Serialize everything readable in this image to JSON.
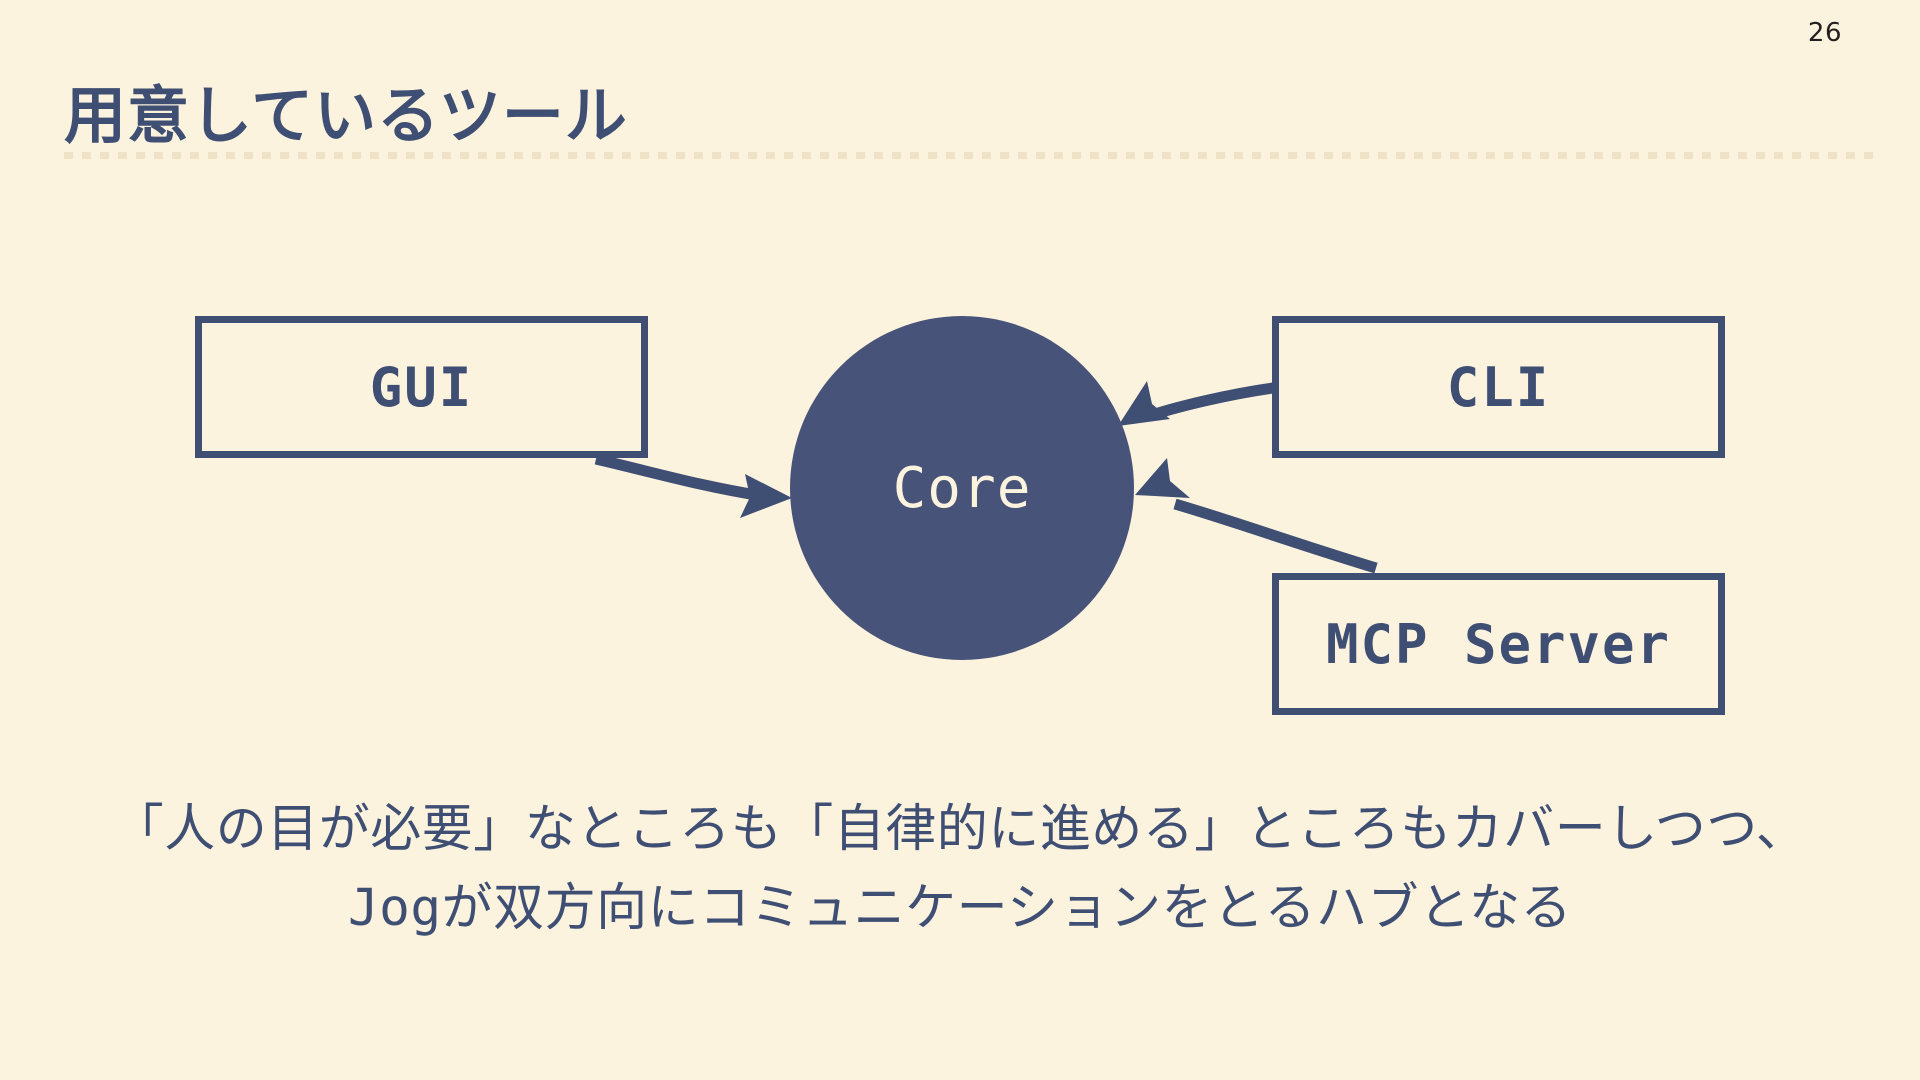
{
  "slide": {
    "page_number": "26",
    "title": "用意しているツール",
    "background_color": "#FCF3DF",
    "accent_color": "#3F4E73",
    "divider_color": "#EFE2C6"
  },
  "diagram": {
    "nodes": [
      {
        "id": "gui",
        "label": "GUI",
        "shape": "rect",
        "fill": "none",
        "text_color": "#3F4E73"
      },
      {
        "id": "core",
        "label": "Core",
        "shape": "circle",
        "fill": "#485379",
        "text_color": "#FCF3DF"
      },
      {
        "id": "cli",
        "label": "CLI",
        "shape": "rect",
        "fill": "none",
        "text_color": "#3F4E73"
      },
      {
        "id": "mcp",
        "label": "MCP Server",
        "shape": "rect",
        "fill": "none",
        "text_color": "#3F4E73"
      }
    ],
    "edges": [
      {
        "id": "gui-to-core",
        "from": "gui",
        "to": "core",
        "direction": "to-core"
      },
      {
        "id": "cli-to-core",
        "from": "cli",
        "to": "core",
        "direction": "to-core"
      },
      {
        "id": "mcp-to-core",
        "from": "mcp",
        "to": "core",
        "direction": "to-core"
      }
    ]
  },
  "caption": {
    "line1": "「人の目が必要」なところも「自律的に進める」ところもカバーしつつ、",
    "line2_prefix": "Jog",
    "line2_rest": "が双方向にコミュニケーションをとるハブとなる"
  }
}
